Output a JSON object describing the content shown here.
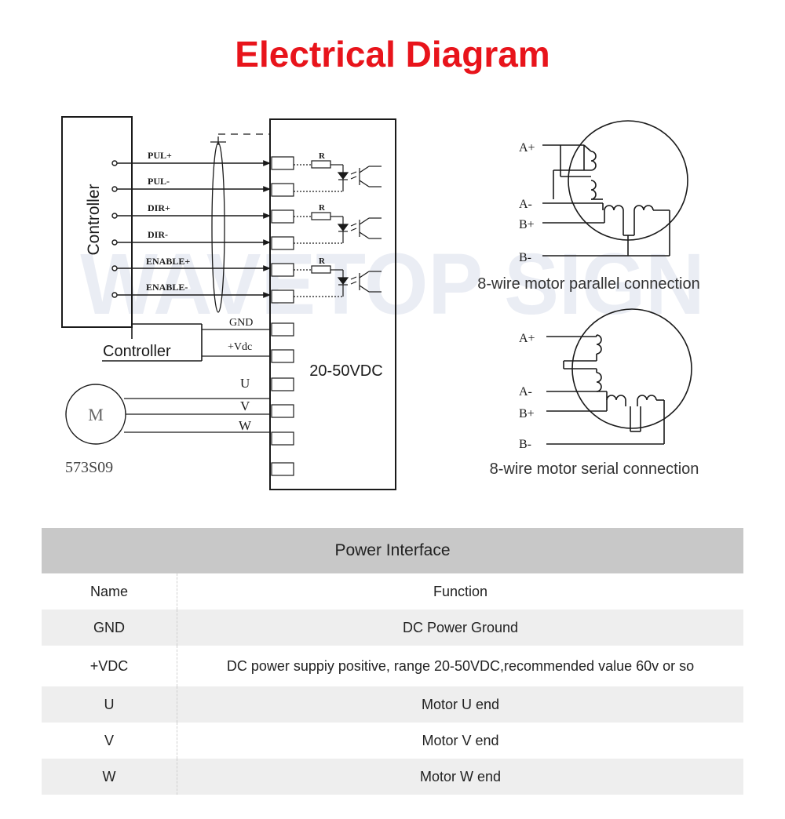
{
  "title": "Electrical Diagram",
  "watermark": "WAVETOP SIGN",
  "driver": {
    "voltage_label": "20-50VDC",
    "signal_lines": [
      "PUL+",
      "PUL-",
      "DIR+",
      "DIR-",
      "ENABLE+",
      "ENABLE-"
    ],
    "resistor_label": "R",
    "controller_label": "Controller",
    "power_controller_label": "Controller",
    "gnd_label": "GND",
    "vdc_label": "+Vdc",
    "motor_lines": [
      "U",
      "V",
      "W"
    ],
    "motor_symbol": "M",
    "motor_model": "573S09"
  },
  "parallel": {
    "caption": "8-wire motor parallel connection",
    "terminals": [
      "A+",
      "A-",
      "B+",
      "B-"
    ]
  },
  "serial": {
    "caption": "8-wire motor serial connection",
    "terminals": [
      "A+",
      "A-",
      "B+",
      "B-"
    ]
  },
  "table": {
    "header": "Power Interface",
    "columns": [
      "Name",
      "Function"
    ],
    "rows": [
      {
        "name": "GND",
        "function": "DC Power Ground"
      },
      {
        "name": "+VDC",
        "function": "DC power suppiy positive, range 20-50VDC,recommended value 60v or so"
      },
      {
        "name": "U",
        "function": "Motor U end"
      },
      {
        "name": "V",
        "function": "Motor V end"
      },
      {
        "name": "W",
        "function": "Motor W end"
      }
    ]
  },
  "colors": {
    "title": "#e8141b",
    "header_bg": "#c8c8c8",
    "stripe": "#eeeeee",
    "line": "#1a1a1a",
    "watermark": "#e6e9f2"
  }
}
